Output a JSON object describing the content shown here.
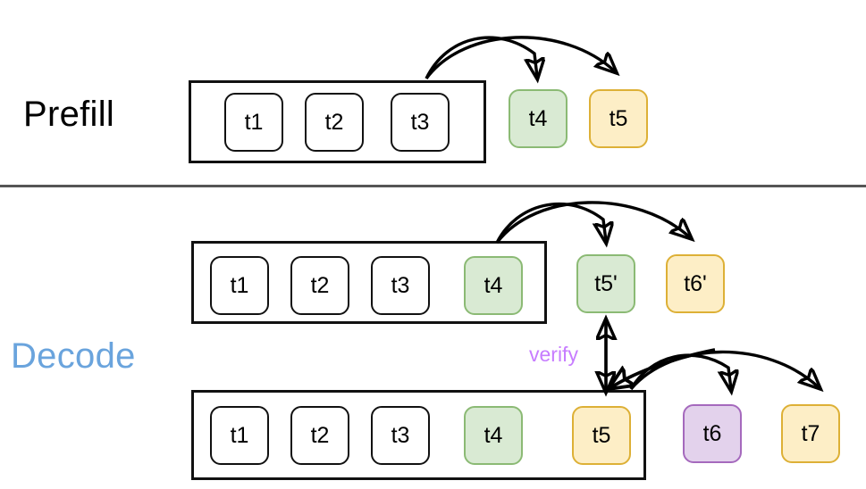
{
  "figure": {
    "title": "Speculative decoding prefill and decode diagram",
    "background": "#ffffff",
    "divider_color": "#555555"
  },
  "sections": {
    "prefill": {
      "label": "Prefill",
      "label_color": "#000000",
      "context_tokens": [
        {
          "id": "prefill-t1",
          "label": "t1",
          "color": "white"
        },
        {
          "id": "prefill-t2",
          "label": "t2",
          "color": "white"
        },
        {
          "id": "prefill-t3",
          "label": "t3",
          "color": "white"
        }
      ],
      "generated_tokens": [
        {
          "id": "prefill-t4",
          "label": "t4",
          "color": "green"
        },
        {
          "id": "prefill-t5",
          "label": "t5",
          "color": "yellow"
        }
      ]
    },
    "decode": {
      "label": "Decode",
      "label_color": "#6aa4dd",
      "verify_label": "verify",
      "verify_label_color": "#c77dff",
      "draft_row": {
        "context_tokens": [
          {
            "id": "draft-t1",
            "label": "t1",
            "color": "white"
          },
          {
            "id": "draft-t2",
            "label": "t2",
            "color": "white"
          },
          {
            "id": "draft-t3",
            "label": "t3",
            "color": "white"
          },
          {
            "id": "draft-t4",
            "label": "t4",
            "color": "green"
          }
        ],
        "generated_tokens": [
          {
            "id": "draft-t5p",
            "label": "t5'",
            "color": "green"
          },
          {
            "id": "draft-t6p",
            "label": "t6'",
            "color": "yellow"
          }
        ]
      },
      "verify_row": {
        "context_tokens": [
          {
            "id": "verify-t1",
            "label": "t1",
            "color": "white"
          },
          {
            "id": "verify-t2",
            "label": "t2",
            "color": "white"
          },
          {
            "id": "verify-t3",
            "label": "t3",
            "color": "white"
          },
          {
            "id": "verify-t4",
            "label": "t4",
            "color": "green"
          },
          {
            "id": "verify-t5",
            "label": "t5",
            "color": "yellow"
          }
        ],
        "generated_tokens": [
          {
            "id": "verify-t6",
            "label": "t6",
            "color": "purple"
          },
          {
            "id": "verify-t7",
            "label": "t7",
            "color": "yellow"
          }
        ]
      }
    }
  },
  "palette": {
    "white_fill": "#ffffff",
    "white_border": "#111111",
    "green_fill": "#d9ead3",
    "green_border": "#8bba74",
    "yellow_fill": "#fdeec6",
    "yellow_border": "#ddb036",
    "purple_fill": "#e3d2ec",
    "purple_border": "#a569bd",
    "arrow_color": "#000000"
  }
}
